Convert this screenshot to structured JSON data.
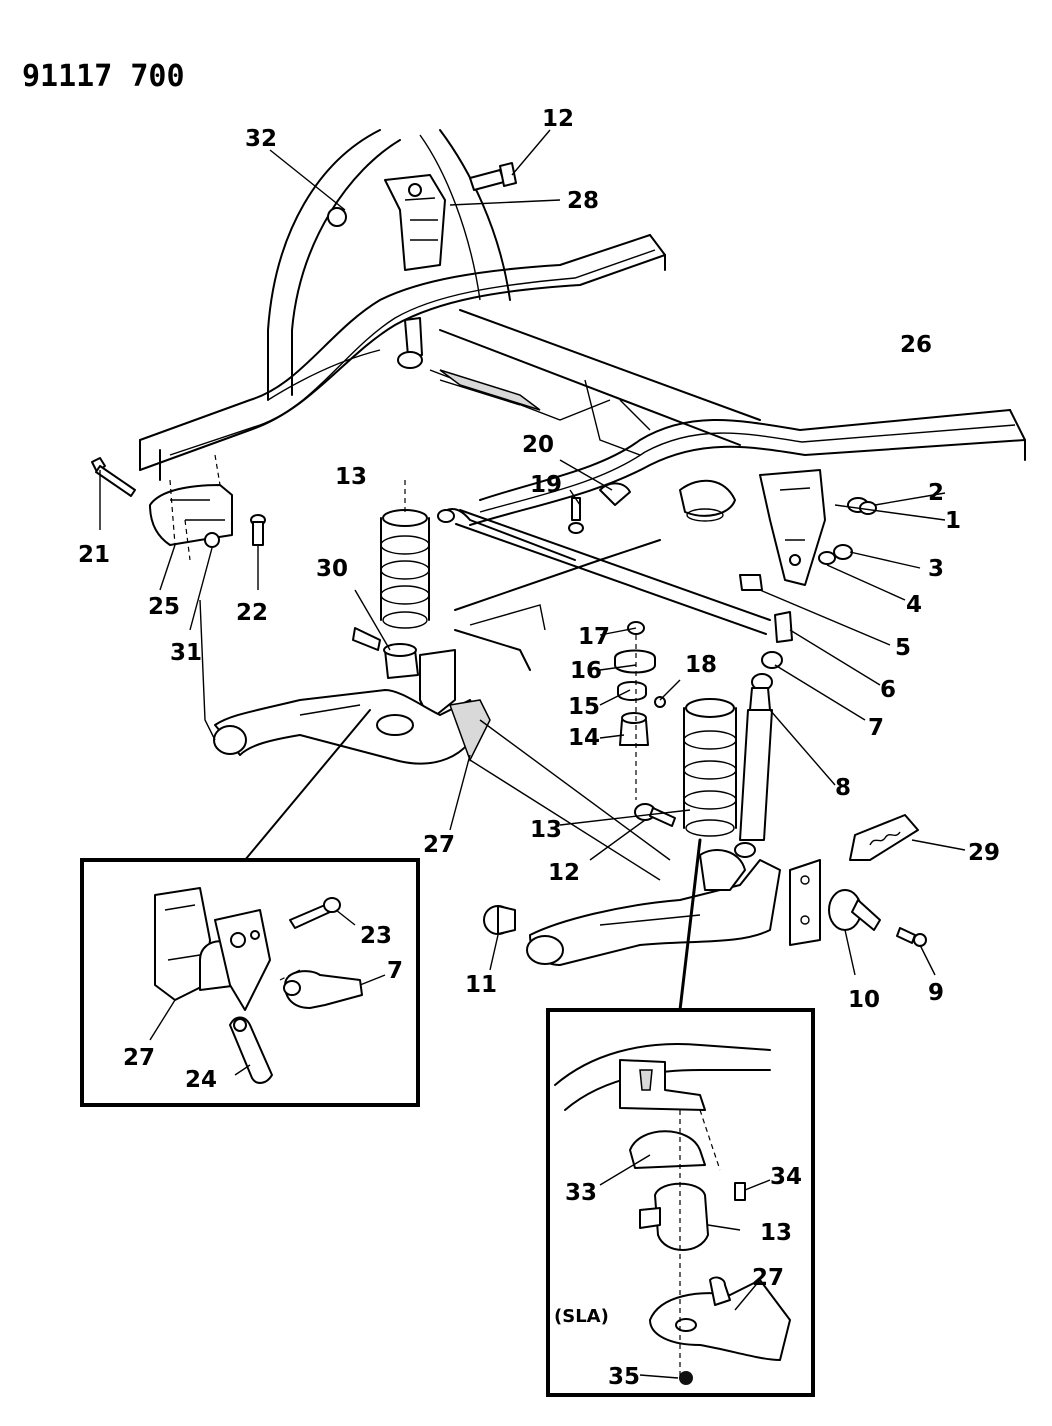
{
  "diagram_code": "91117 700",
  "inset_label": "(SLA)",
  "callouts": [
    "1",
    "2",
    "3",
    "4",
    "5",
    "6",
    "7",
    "8",
    "9",
    "10",
    "11",
    "12",
    "12",
    "13",
    "13",
    "13",
    "14",
    "15",
    "16",
    "17",
    "18",
    "19",
    "20",
    "21",
    "22",
    "23",
    "24",
    "25",
    "26",
    "27",
    "27",
    "27",
    "28",
    "29",
    "30",
    "31",
    "32",
    "33",
    "34",
    "35",
    "7"
  ]
}
